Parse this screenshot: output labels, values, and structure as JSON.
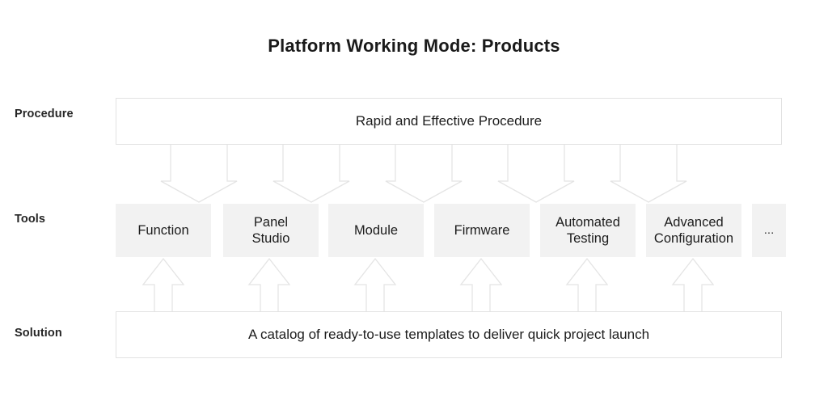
{
  "title": "Platform Working Mode: Products",
  "rows": {
    "procedure": {
      "label": "Procedure",
      "box_text": "Rapid and Effective Procedure"
    },
    "tools": {
      "label": "Tools",
      "items": [
        {
          "text": "Function"
        },
        {
          "text": "Panel\nStudio"
        },
        {
          "text": "Module"
        },
        {
          "text": "Firmware"
        },
        {
          "text": "Automated\nTesting"
        },
        {
          "text": "Advanced\nConfiguration"
        },
        {
          "text": "..."
        }
      ]
    },
    "solution": {
      "label": "Solution",
      "box_text": "A catalog of ready-to-use templates to deliver quick project launch"
    }
  },
  "arrows": {
    "down": {
      "icon": "arrow-down-icon",
      "count": 5,
      "direction": "down",
      "meaning": "Procedure feeds into Tools"
    },
    "up": {
      "icon": "arrow-up-icon",
      "count": 6,
      "direction": "up",
      "meaning": "Solution supports Tools"
    }
  },
  "colors": {
    "title_text": "#1a1a1a",
    "label_text": "#262626",
    "banner_fill": "#ffffff",
    "banner_border": "#e2e2e2",
    "tool_fill": "#f2f2f2",
    "arrow_stroke": "#e4e4e4",
    "arrow_fill": "#ffffff",
    "background": "#ffffff"
  }
}
